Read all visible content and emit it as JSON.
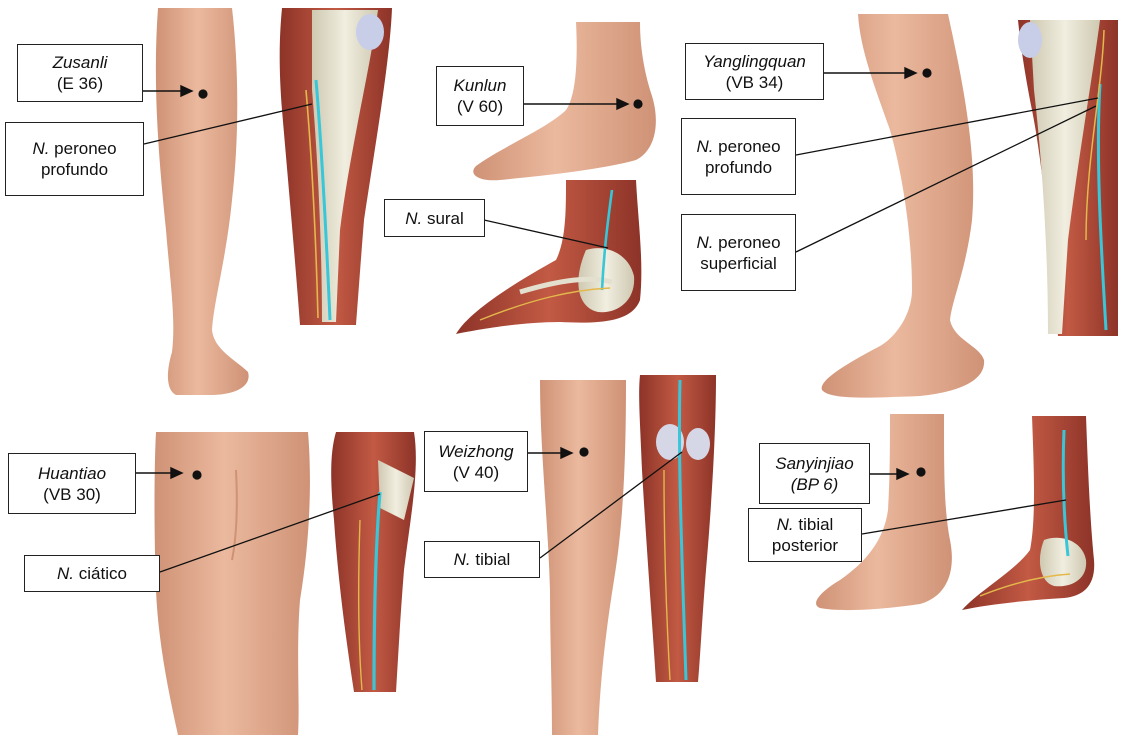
{
  "panels": {
    "zusanli": {
      "point_name": "Zusanli",
      "point_code": "(E 36)",
      "nerve_prefix": "N.",
      "nerve_line1": "peroneo",
      "nerve_line2": "profundo"
    },
    "kunlun": {
      "point_name": "Kunlun",
      "point_code": "(V 60)",
      "nerve_prefix": "N.",
      "nerve_line1": "sural"
    },
    "yanglingquan": {
      "point_name": "Yanglingquan",
      "point_code": "(VB 34)",
      "nerve1_prefix": "N.",
      "nerve1_line1": "peroneo",
      "nerve1_line2": "profundo",
      "nerve2_prefix": "N.",
      "nerve2_line1": "peroneo",
      "nerve2_line2": "superficial"
    },
    "huantiao": {
      "point_name": "Huantiao",
      "point_code": "(VB 30)",
      "nerve_prefix": "N.",
      "nerve_line1": "ciático"
    },
    "weizhong": {
      "point_name": "Weizhong",
      "point_code": "(V 40)",
      "nerve_prefix": "N.",
      "nerve_line1": "tibial"
    },
    "sanyinjiao": {
      "point_name": "Sanyinjiao",
      "point_code": "(BP 6)",
      "nerve_prefix": "N.",
      "nerve_line1": "tibial",
      "nerve_line2": "posterior"
    }
  },
  "colors": {
    "skin": "#e6b196",
    "skin_shadow": "#cf9276",
    "muscle": "#b8503e",
    "bone": "#e4e0cf",
    "nerve_cyan": "#38c6d9",
    "tendon_yellow": "#e4b84a",
    "acupoint": "#111111"
  }
}
